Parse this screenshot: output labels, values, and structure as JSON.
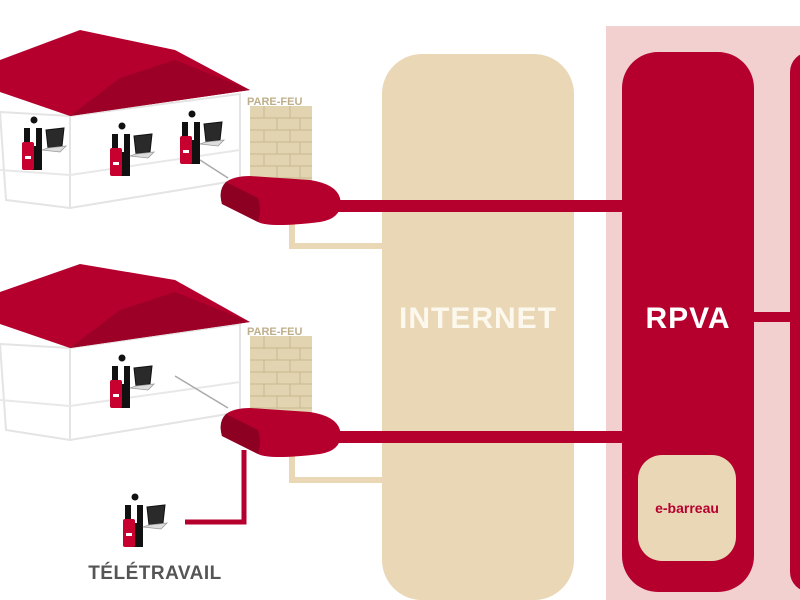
{
  "diagram": {
    "title": "",
    "nodes": {
      "internet": {
        "label": "INTERNET"
      },
      "rpva": {
        "label": "RPVA"
      },
      "ebarreau": {
        "label": "e-barreau"
      },
      "teletravail": {
        "label": "TÉLÉTRAVAIL"
      },
      "firewall_top": {
        "label": "PARE-FEU"
      },
      "firewall_bottom": {
        "label": "PARE-FEU"
      }
    },
    "offices": [
      {
        "name": "office-1",
        "workstations": 3
      },
      {
        "name": "office-2",
        "workstations": 1
      }
    ],
    "colors": {
      "brand_red": "#b5002e",
      "roof_red": "#a3002a",
      "internet_beige": "#e9d7b6",
      "rpva_zone_pink": "#f2d0d0",
      "brick": "#e2d4b0"
    }
  }
}
